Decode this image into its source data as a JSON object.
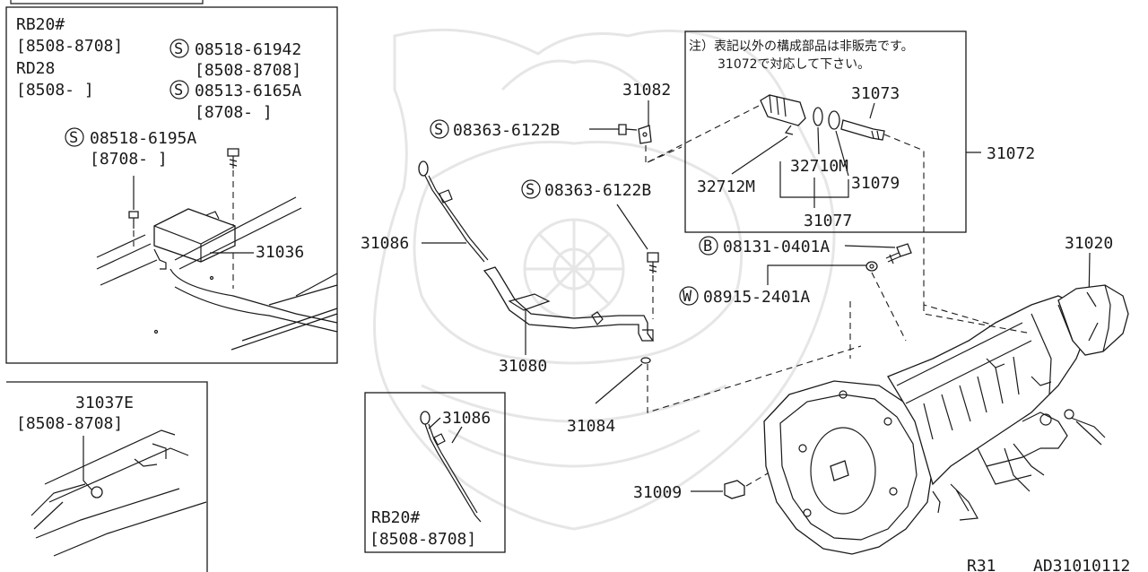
{
  "labels": {
    "l_rb20_top": "RB20#",
    "l_8508_8708_top": "[8508-8708]",
    "l_rd28": "RD28",
    "l_8508_open": "[8508-     ]",
    "l_s_08518_61942": "08518-61942",
    "l_8508_8708_b": "[8508-8708]",
    "l_s_08513_6165a": "08513-6165A",
    "l_8708_open_a": "[8708-     ]",
    "l_s_08518_6195a": "08518-6195A",
    "l_8708_open_b": "[8708-     ]",
    "l_31036": "31036",
    "l_31037e": "31037E",
    "l_8508_8708_c": "[8508-8708]",
    "l_31086_inset": "31086",
    "l_rb20_inset": "RB20#",
    "l_8508_8708_inset": "[8508-8708]",
    "l_31082": "31082",
    "l_s_08363_6122b_a": "08363-6122B",
    "l_s_08363_6122b_b": "08363-6122B",
    "l_31086": "31086",
    "l_31080": "31080",
    "l_31084": "31084",
    "l_31009": "31009",
    "l_b_08131_0401a": "08131-0401A",
    "l_w_08915_2401a": "08915-2401A",
    "l_31020": "31020",
    "l_note_line1": "注）表記以外の構成部品は非販売です。",
    "l_note_line2": "31072で対応して下さい。",
    "l_31073": "31073",
    "l_32710m": "32710M",
    "l_32712m": "32712M",
    "l_31079": "31079",
    "l_31077": "31077",
    "l_31072": "31072",
    "l_r31": "R31",
    "l_ad31010112": "AD31010112"
  },
  "circle_prefixes": {
    "s": "S",
    "b": "B",
    "w": "W"
  }
}
